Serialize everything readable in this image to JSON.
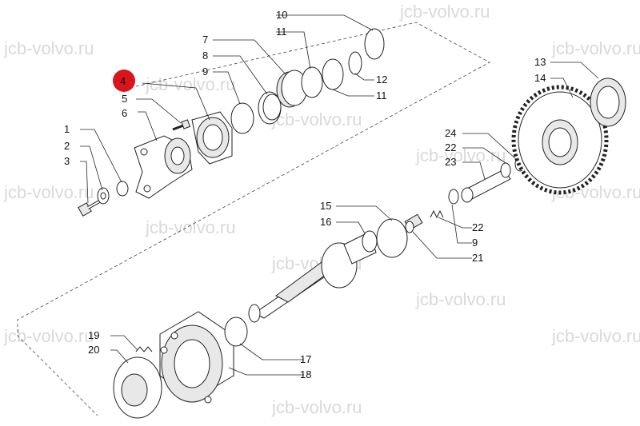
{
  "watermark": "jcb-volvo.ru",
  "highlight_color": "#d9141b",
  "callouts": [
    {
      "id": "c1",
      "text": "1"
    },
    {
      "id": "c2",
      "text": "2"
    },
    {
      "id": "c3",
      "text": "3"
    },
    {
      "id": "c4",
      "text": "4"
    },
    {
      "id": "c5",
      "text": "5"
    },
    {
      "id": "c6",
      "text": "6"
    },
    {
      "id": "c7",
      "text": "7"
    },
    {
      "id": "c8",
      "text": "8"
    },
    {
      "id": "c9a",
      "text": "9"
    },
    {
      "id": "c10",
      "text": "10"
    },
    {
      "id": "c11a",
      "text": "11"
    },
    {
      "id": "c11b",
      "text": "11"
    },
    {
      "id": "c12",
      "text": "12"
    },
    {
      "id": "c13",
      "text": "13"
    },
    {
      "id": "c14",
      "text": "14"
    },
    {
      "id": "c15",
      "text": "15"
    },
    {
      "id": "c16",
      "text": "16"
    },
    {
      "id": "c17",
      "text": "17"
    },
    {
      "id": "c18",
      "text": "18"
    },
    {
      "id": "c19",
      "text": "19"
    },
    {
      "id": "c20",
      "text": "20"
    },
    {
      "id": "c21",
      "text": "21"
    },
    {
      "id": "c22a",
      "text": "22"
    },
    {
      "id": "c22b",
      "text": "22"
    },
    {
      "id": "c23",
      "text": "23"
    },
    {
      "id": "c24",
      "text": "24"
    },
    {
      "id": "c9b",
      "text": "9"
    }
  ]
}
